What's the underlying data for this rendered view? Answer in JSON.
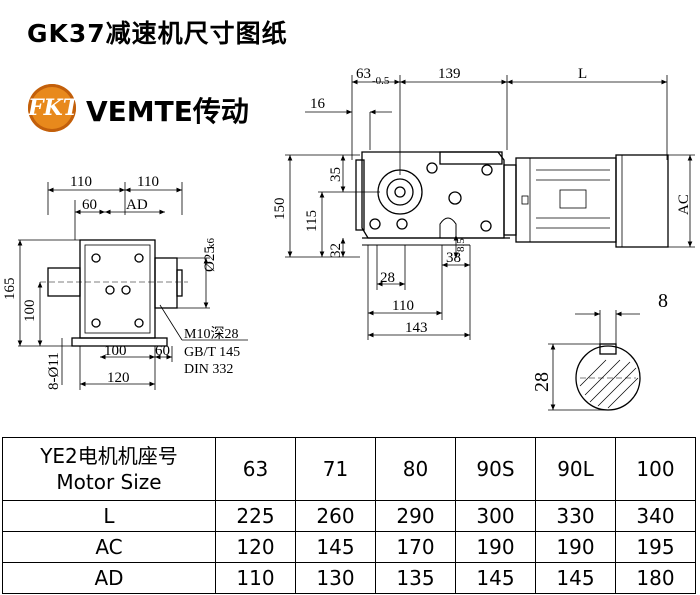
{
  "title": "GK37减速机尺寸图纸",
  "logo": {
    "mark": "FKT",
    "brand": "VEMTE传动"
  },
  "dimensions": {
    "left_view": {
      "top_left": "110",
      "top_right": "110",
      "d60_top": "60",
      "ad": "AD",
      "shaft_dia": "Ø25",
      "shaft_tol": "k6",
      "h165": "165",
      "h100": "100",
      "holes": "8-Ø11",
      "d100": "100",
      "d60": "60",
      "d120": "120"
    },
    "notes": [
      "M10深28",
      "GB/T 145",
      "DIN 332"
    ],
    "right_view": {
      "d63": "63",
      "d63_tol": "-0.5",
      "d139": "139",
      "L": "L",
      "d16": "16",
      "d35": "35",
      "d150": "150",
      "d115": "115",
      "d32": "32",
      "AC": "AC",
      "d28": "28",
      "d38": "38",
      "d8_5": "8.5",
      "d110": "110",
      "d143": "143"
    },
    "keyway": {
      "width": "8",
      "height": "28"
    }
  },
  "table": {
    "header_label_line1": "YE2电机机座号",
    "header_label_line2": "Motor Size",
    "sizes": [
      "63",
      "71",
      "80",
      "90S",
      "90L",
      "100"
    ],
    "rows": [
      {
        "label": "L",
        "values": [
          "225",
          "260",
          "290",
          "300",
          "330",
          "340"
        ]
      },
      {
        "label": "AC",
        "values": [
          "120",
          "145",
          "170",
          "190",
          "190",
          "195"
        ]
      },
      {
        "label": "AD",
        "values": [
          "110",
          "130",
          "135",
          "145",
          "145",
          "180"
        ]
      }
    ]
  }
}
